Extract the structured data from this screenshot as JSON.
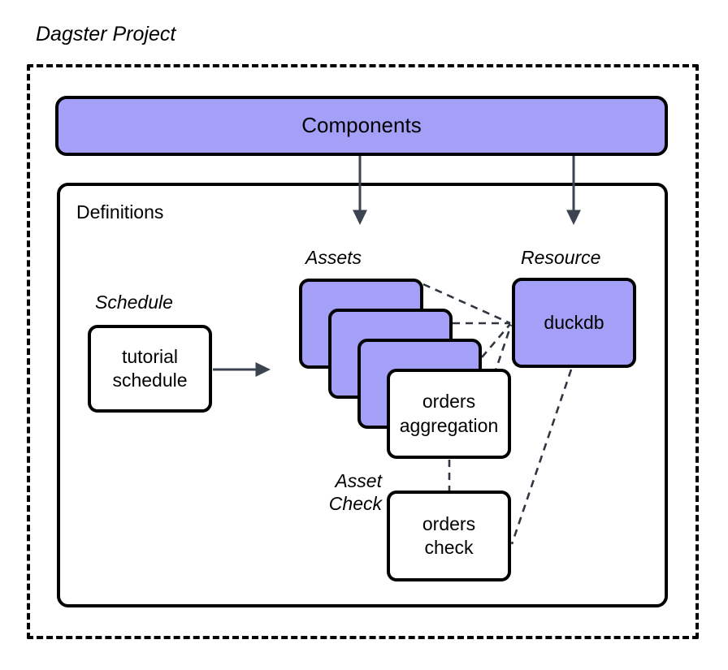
{
  "diagram": {
    "title": "Dagster Project",
    "colors": {
      "purple_fill": "#a5a0f7",
      "white_fill": "#ffffff",
      "stroke": "#000000",
      "arrow": "#3d4451",
      "dashed_connector": "#2f3640"
    }
  },
  "components": {
    "label": "Components"
  },
  "definitions": {
    "label": "Definitions"
  },
  "schedule": {
    "caption": "Schedule",
    "node_label": "tutorial\nschedule"
  },
  "assets": {
    "caption": "Assets",
    "stack_cards": [
      "",
      "",
      ""
    ],
    "named_asset": "orders\naggregation"
  },
  "asset_check": {
    "caption": "Asset\nCheck",
    "node_label": "orders\ncheck"
  },
  "resource": {
    "caption": "Resource",
    "node_label": "duckdb"
  },
  "edges": [
    {
      "from": "components",
      "to": "assets",
      "style": "solid-arrow"
    },
    {
      "from": "components",
      "to": "resource",
      "style": "solid-arrow"
    },
    {
      "from": "tutorial schedule",
      "to": "assets",
      "style": "solid-arrow"
    },
    {
      "from": "asset card 1",
      "to": "duckdb",
      "style": "dashed"
    },
    {
      "from": "asset card 2",
      "to": "duckdb",
      "style": "dashed"
    },
    {
      "from": "asset card 3",
      "to": "duckdb",
      "style": "dashed"
    },
    {
      "from": "orders aggregation",
      "to": "duckdb",
      "style": "dashed"
    },
    {
      "from": "orders aggregation",
      "to": "orders check",
      "style": "dashed"
    },
    {
      "from": "duckdb",
      "to": "orders check",
      "style": "dashed"
    }
  ]
}
